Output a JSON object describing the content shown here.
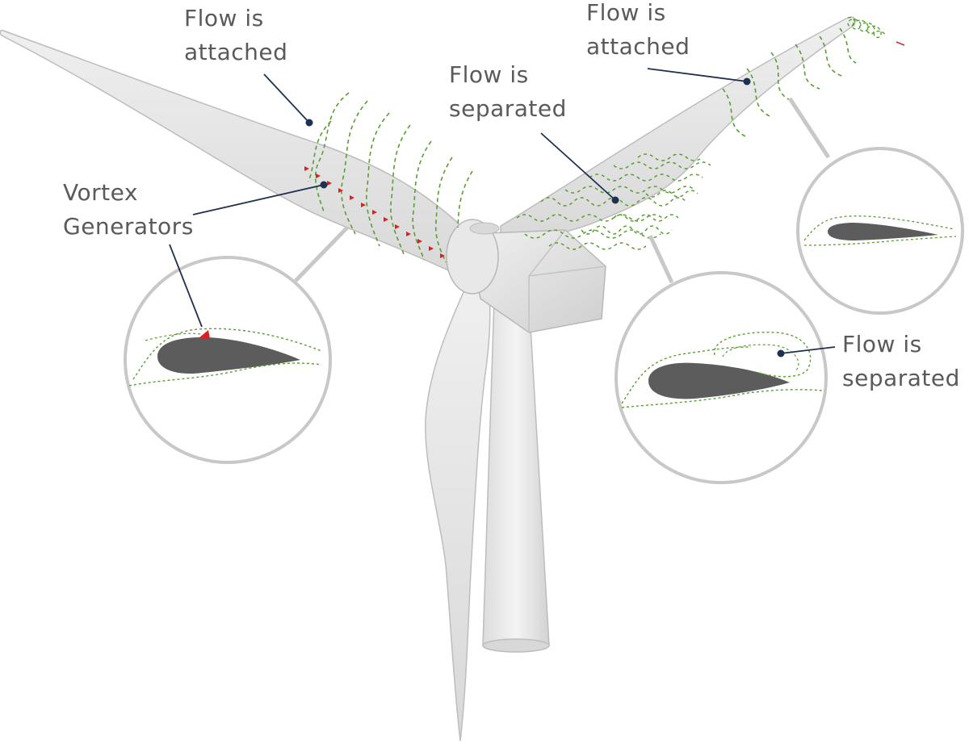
{
  "labels": {
    "left_attached": {
      "line1": "Flow is",
      "line2": "attached"
    },
    "right_attached": {
      "line1": "Flow is",
      "line2": "attached"
    },
    "center_separated": {
      "line1": "Flow is",
      "line2": "separated"
    },
    "vortex": {
      "line1": "Vortex",
      "line2": "Generators"
    },
    "detail_separated": {
      "line1": "Flow is",
      "line2": "separated"
    }
  },
  "colors": {
    "text": "#5a5a5a",
    "leader": "#1e3250",
    "flow_lines": "#5a9e32",
    "vortex_generators": "#e01e1e",
    "airfoil": "#5c5c5c",
    "circle_border": "#c8c8c8",
    "turbine_body": "#e6e6e6"
  }
}
